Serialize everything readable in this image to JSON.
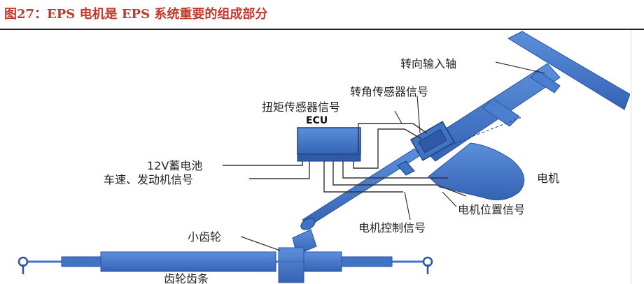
{
  "figure": {
    "caption": "图27：EPS 电机是 EPS 系统重要的组成部分"
  },
  "diagram": {
    "ecu_label": "ECU",
    "labels": {
      "steering_input_shaft": "转向输入轴",
      "steering_angle_sensor_signal": "转角传感器信号",
      "torque_sensor_signal": "扭矩传感器信号",
      "battery_12v": "12V蓄电池",
      "vehicle_speed_engine_signal": "车速、发动机信号",
      "motor": "电机",
      "motor_position_signal": "电机位置信号",
      "motor_control_signal": "电机控制信号",
      "pinion": "小齿轮",
      "rack": "齿轮齿条"
    },
    "colors": {
      "component_fill": "#3f73c4",
      "component_stroke": "#2a55a0",
      "wire": "#333333",
      "caption": "#c0392b"
    }
  }
}
